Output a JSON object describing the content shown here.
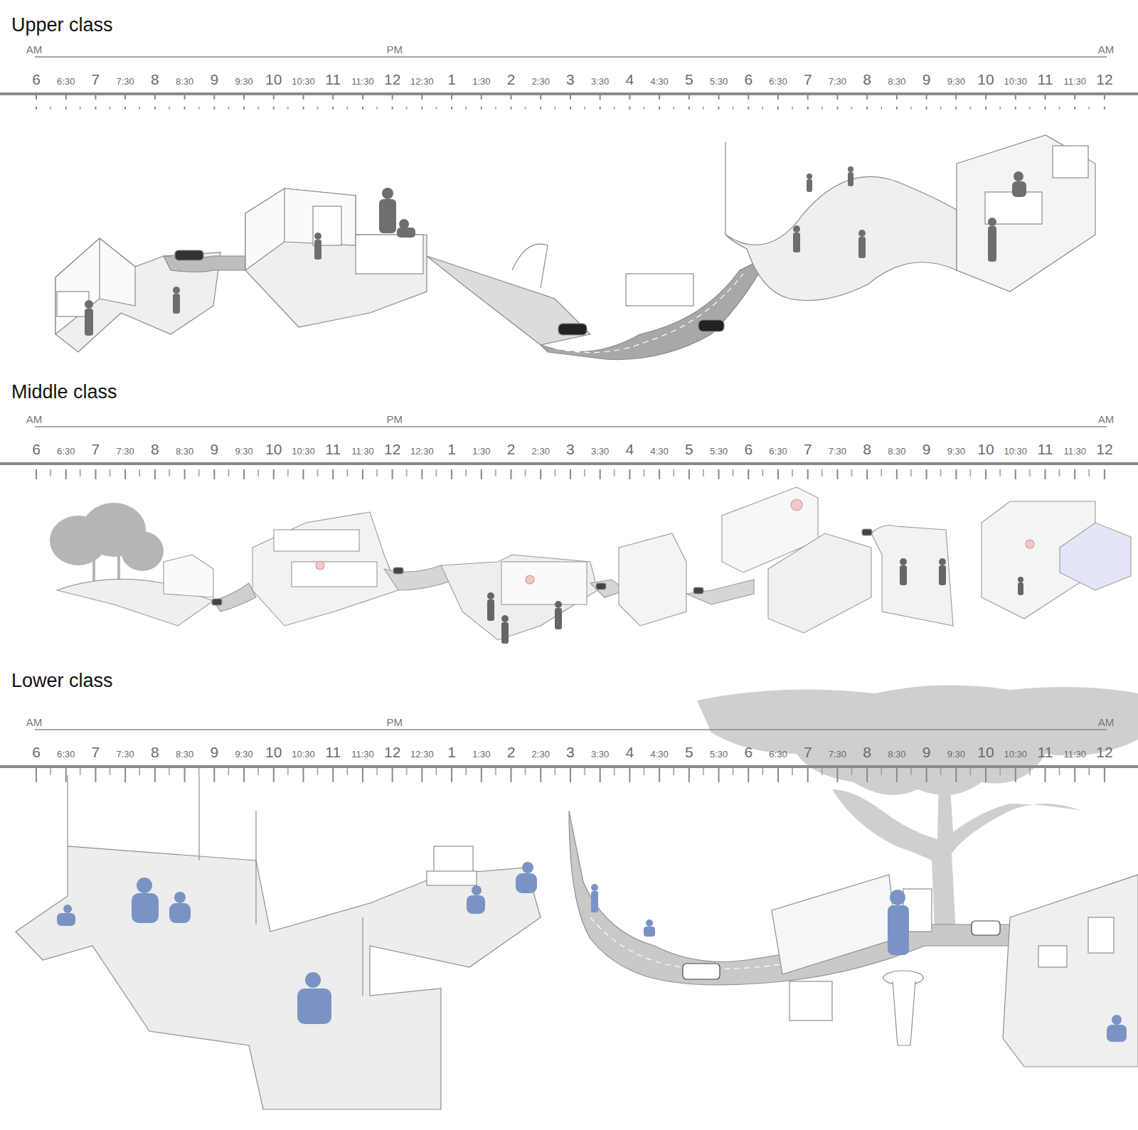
{
  "diagram": {
    "labels": [
      "Upper class",
      "AM",
      "PM",
      "AM",
      "6",
      "6:30",
      "7",
      "7:30",
      "8",
      "8:30",
      "9",
      "9:30",
      "10",
      "10:30",
      "11",
      "11:30",
      "12",
      "12:30",
      "1",
      "1:30",
      "2",
      "2:30",
      "3",
      "3:30",
      "4",
      "4:30",
      "5",
      "5:30",
      "6",
      "6:30",
      "7",
      "7:30",
      "8",
      "8:30",
      "9",
      "9:30",
      "10",
      "10:30",
      "11",
      "11:30",
      "12",
      "Middle class",
      "AM",
      "PM",
      "AM",
      "6",
      "6:30",
      "7",
      "7:30",
      "8",
      "8:30",
      "9",
      "9:30",
      "10",
      "10:30",
      "11",
      "11:30",
      "12",
      "12:30",
      "1",
      "1:30",
      "2",
      "2:30",
      "3",
      "3:30",
      "4",
      "4:30",
      "5",
      "5:30",
      "6",
      "6:30",
      "7",
      "7:30",
      "8",
      "8:30",
      "9",
      "9:30",
      "10",
      "10:30",
      "11",
      "11:30",
      "12",
      "Lower class",
      "AM",
      "PM",
      "AM",
      "6",
      "6:30",
      "7",
      "7:30",
      "8",
      "8:30",
      "9",
      "9:30",
      "10",
      "10:30",
      "11",
      "11:30",
      "12",
      "12:30",
      "1",
      "1:30",
      "2",
      "2:30",
      "3",
      "3:30",
      "4",
      "4:30",
      "5",
      "5:30",
      "6",
      "6:30",
      "7",
      "7:30",
      "8",
      "8:30",
      "9",
      "9:30",
      "10",
      "10:30",
      "11",
      "11:30",
      "12"
    ]
  }
}
